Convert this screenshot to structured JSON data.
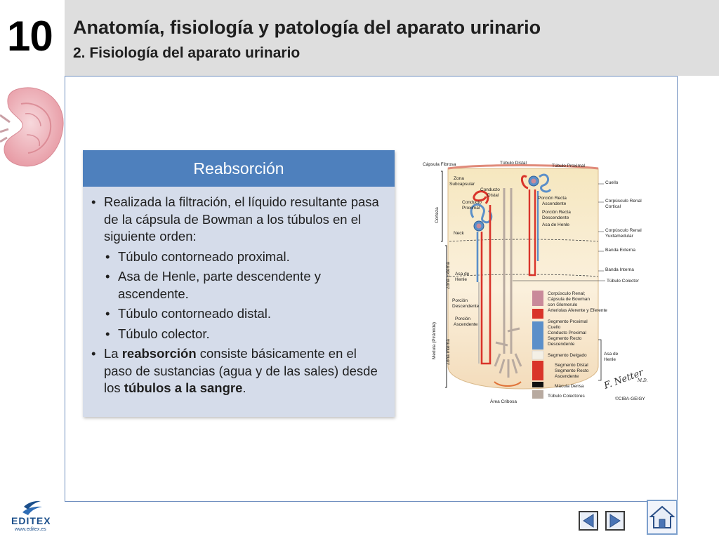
{
  "header": {
    "chapter_number": "10",
    "title": "Anatomía, fisiología y patología del aparato urinario",
    "subtitle": "2. Fisiología del aparato urinario"
  },
  "card": {
    "heading": "Reabsorción",
    "intro": "Realizada la filtración, el líquido resultante pasa de la cápsula de Bowman a los túbulos en el siguiente orden:",
    "steps": [
      "Túbulo contorneado proximal.",
      "Asa de Henle, parte descendente y ascendente.",
      "Túbulo contorneado distal.",
      "Túbulo colector."
    ],
    "summary": {
      "part1": "La ",
      "bold1": "reabsorción",
      "part2": " consiste básicamente en el paso de sustancias (agua y de las sales) desde los ",
      "bold2": "túbulos a la sangre",
      "part3": "."
    }
  },
  "diagram": {
    "labels_left": {
      "capsula_fibrosa": "Cápsula Fibrosa",
      "zona_subcapsular_1": "Zona",
      "zona_subcapsular_2": "Subcapsular",
      "conducto_distal_1": "Conducto",
      "conducto_distal_2": "Distal",
      "conducto_proximal_1": "Conducto",
      "conducto_proximal_2": "Proximal",
      "corteza": "Corteza",
      "neck": "Neck",
      "zona_externa": "Zona Externa",
      "asa_henle_1": "Asa de",
      "asa_henle_2": "Henle",
      "medula": "Medula (Pirámide)",
      "zona_interna": "Zona Interna",
      "porcion_descendente_1": "Porción",
      "porcion_descendente_2": "Descendente",
      "porcion_ascendente_1": "Porción",
      "porcion_ascendente_2": "Ascendente",
      "area_cribosa": "Área Cribosa"
    },
    "labels_right": {
      "tubulo_distal": "Túbulo Distal",
      "tubulo_proximal": "Túbulo Proximal",
      "cuello": "Cuello",
      "porcion_recta_asc_1": "Porción Recta",
      "porcion_recta_asc_2": "Ascendente",
      "porcion_recta_desc_1": "Porción Recta",
      "porcion_recta_desc_2": "Descendente",
      "asa_de_henle": "Asa de Henle",
      "corpusculo_cortical_1": "Corpúsculo Renal",
      "corpusculo_cortical_2": "Cortical",
      "corpusculo_yuxta_1": "Corpúsculo Renal",
      "corpusculo_yuxta_2": "Yuxtamedular",
      "banda_externa": "Banda Externa",
      "banda_interna": "Banda Interna",
      "tubulo_colector": "Túbulo Colector"
    },
    "legend": [
      {
        "lines": [
          "Corpúsculo Renal;",
          "Cápsula de Bowman",
          "con Glomerulo",
          "Arteriolas Aferente y Eferente"
        ],
        "color": "#c98a9a"
      },
      {
        "lines": [
          "Segmento Proximal",
          "Cuello",
          "Conducto Proximal",
          "Segmento Recto",
          "Descendente"
        ],
        "color": "#5b8fc9"
      },
      {
        "lines": [
          "Segmento Delgado"
        ],
        "color": "#f4f0e6"
      },
      {
        "lines": [
          "Segmento Distal",
          "Segmento Recto",
          "Ascendente"
        ],
        "color": "#d9342a"
      },
      {
        "lines": [
          "Mácula Densa"
        ],
        "color": "#111111"
      },
      {
        "lines": [
          "Túbulo Colectores"
        ],
        "color": "#b8aaa0"
      }
    ],
    "legend_group_label_1": "Asa de",
    "legend_group_label_2": "Henle",
    "signature_1": "F. Netter",
    "signature_2": "M.D.",
    "credit": "©CIBA-GEIGY"
  },
  "branding": {
    "logo_name": "EDITEX",
    "logo_url": "www.editex.es"
  },
  "nav": {
    "prev_icon": "prev-triangle-icon",
    "next_icon": "next-triangle-icon",
    "home_icon": "home-icon"
  },
  "colors": {
    "header_band": "#dedede",
    "card_header": "#4e80bd",
    "card_body": "#d5dcea",
    "frame_border": "#6f8fbf",
    "brand_blue": "#1b4f8b"
  }
}
